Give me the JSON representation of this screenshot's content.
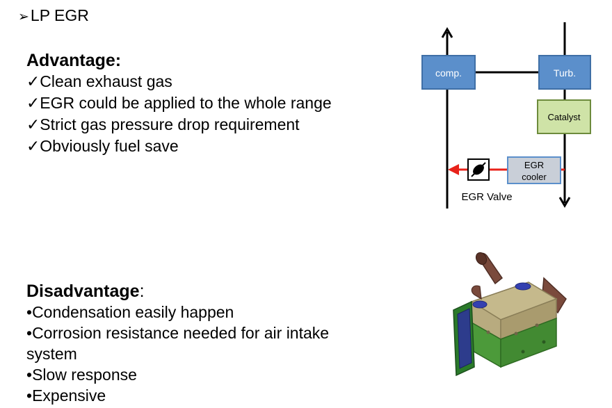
{
  "title": {
    "bullet": "➢",
    "text": "LP EGR"
  },
  "advantage": {
    "heading": "Advantage:",
    "mark": "✓",
    "items": [
      "Clean exhaust gas",
      "EGR could be applied to the whole range",
      "Strict gas pressure drop requirement",
      "Obviously fuel save"
    ]
  },
  "disadvantage": {
    "heading": "Disadvantage",
    "heading_suffix": ":",
    "mark": "•",
    "items": [
      "Condensation easily happen",
      "Corrosion resistance needed for air intake system",
      "Slow response",
      "Expensive"
    ]
  },
  "diagram": {
    "compressor_label": "comp.",
    "turbine_label": "Turb.",
    "catalyst_label": "Catalyst",
    "egr_cooler_label_line1": "EGR",
    "egr_cooler_label_line2": "cooler",
    "egr_valve_label": "EGR Valve",
    "colors": {
      "component_blue": "#5b8fcb",
      "component_blue_border": "#3f6fa6",
      "catalyst_green": "#cfe3a7",
      "catalyst_border": "#6d8b3c",
      "cooler_gray": "#c9cfd8",
      "cooler_border": "#5b8fcb",
      "egr_flow_red": "#e8221a"
    }
  },
  "photo": {
    "subject": "egr-cooler-3d-render",
    "colors": {
      "body_tan": "#b8ab7f",
      "body_green": "#4c9a3a",
      "flange_brown": "#7a4a3c",
      "core_blue": "#2d3c8c",
      "ring_blue": "#3440b0"
    }
  }
}
